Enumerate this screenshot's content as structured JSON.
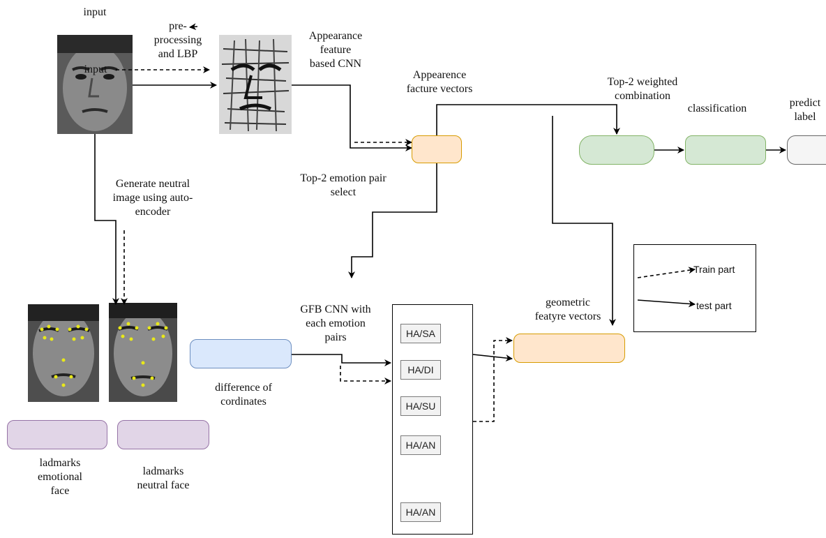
{
  "labels": {
    "input_top": "input",
    "input_overlay": "input",
    "preprocessing": "pre-\nprocessing\nand LBP",
    "appearance_cnn": "Appearance\nfeature\nbased CNN",
    "appearance_vectors": "Appearence\nfacture vectors",
    "top2_weighted": "Top-2 weighted\ncombination",
    "classification": "classification",
    "predict_label": "predict\nlabel",
    "top2_select": "Top-2 emotion pair\nselect",
    "generate_neutral": "Generate neutral\nimage using auto-\nencoder",
    "gfb_cnn": "GFB CNN with\neach emotion\npairs",
    "geometric_vectors": "geometric\nfeatyre vectors",
    "difference": "difference of\ncordinates",
    "landmarks_emotional": "ladmarks\nemotional\nface",
    "landmarks_neutral": "ladmarks\nneutral face"
  },
  "emotion_pairs": [
    "HA/SA",
    "HA/DI",
    "HA/SU",
    "HA/AN",
    "HA/AN"
  ],
  "legend": {
    "train": "Train part",
    "test": "test part"
  },
  "colors": {
    "orange_fill": "#ffe6cc",
    "orange_stroke": "#d79b00",
    "green_fill": "#d5e8d4",
    "green_stroke": "#82b366",
    "blue_fill": "#dae8fc",
    "blue_stroke": "#6c8ebf",
    "purple_fill": "#e1d5e7",
    "purple_stroke": "#9673a6",
    "grey_fill": "#f5f5f5",
    "grey_stroke": "#666666"
  }
}
